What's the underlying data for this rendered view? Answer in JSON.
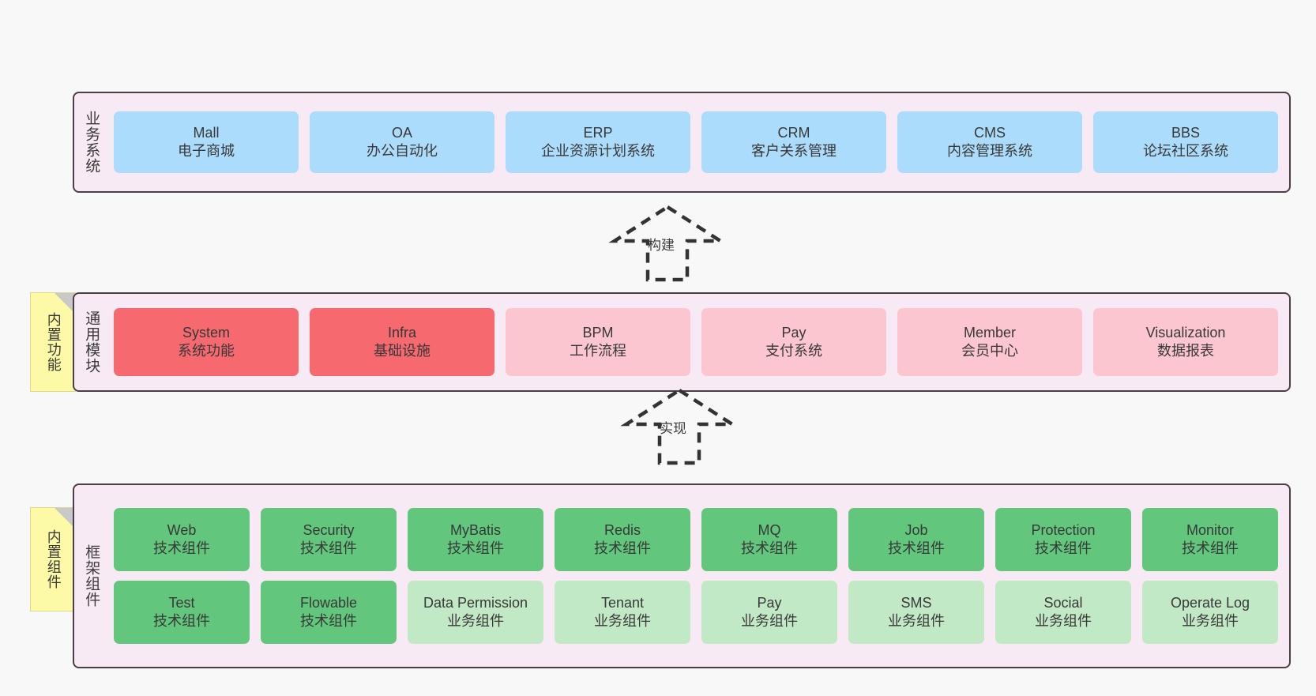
{
  "diagram": {
    "background_color": "#f8f8f8",
    "layers": [
      {
        "id": "business",
        "title": "业务系统",
        "card_style": "blue",
        "accent_color": "#abdcfb",
        "cards": [
          {
            "en": "Mall",
            "cn": "电子商城"
          },
          {
            "en": "OA",
            "cn": "办公自动化"
          },
          {
            "en": "ERP",
            "cn": "企业资源计划系统"
          },
          {
            "en": "CRM",
            "cn": "客户关系管理"
          },
          {
            "en": "CMS",
            "cn": "内容管理系统"
          },
          {
            "en": "BBS",
            "cn": "论坛社区系统"
          }
        ]
      },
      {
        "id": "modules",
        "title": "通用模块",
        "sticky_label": "内置功能",
        "accent_color": "#f5696f",
        "cards": [
          {
            "en": "System",
            "cn": "系统功能",
            "style": "red"
          },
          {
            "en": "Infra",
            "cn": "基础设施",
            "style": "red"
          },
          {
            "en": "BPM",
            "cn": "工作流程",
            "style": "pink"
          },
          {
            "en": "Pay",
            "cn": "支付系统",
            "style": "pink"
          },
          {
            "en": "Member",
            "cn": "会员中心",
            "style": "pink"
          },
          {
            "en": "Visualization",
            "cn": "数据报表",
            "style": "pink"
          }
        ]
      },
      {
        "id": "framework",
        "title": "框架组件",
        "sticky_label": "内置组件",
        "accent_color": "#62c77d",
        "rows": [
          [
            {
              "en": "Web",
              "cn": "技术组件",
              "style": "green"
            },
            {
              "en": "Security",
              "cn": "技术组件",
              "style": "green"
            },
            {
              "en": "MyBatis",
              "cn": "技术组件",
              "style": "green"
            },
            {
              "en": "Redis",
              "cn": "技术组件",
              "style": "green"
            },
            {
              "en": "MQ",
              "cn": "技术组件",
              "style": "green"
            },
            {
              "en": "Job",
              "cn": "技术组件",
              "style": "green"
            },
            {
              "en": "Protection",
              "cn": "技术组件",
              "style": "green"
            },
            {
              "en": "Monitor",
              "cn": "技术组件",
              "style": "green"
            }
          ],
          [
            {
              "en": "Test",
              "cn": "技术组件",
              "style": "green"
            },
            {
              "en": "Flowable",
              "cn": "技术组件",
              "style": "green"
            },
            {
              "en": "Data Permission",
              "cn": "业务组件",
              "style": "lightgreen",
              "wrap": true
            },
            {
              "en": "Tenant",
              "cn": "业务组件",
              "style": "lightgreen"
            },
            {
              "en": "Pay",
              "cn": "业务组件",
              "style": "lightgreen"
            },
            {
              "en": "SMS",
              "cn": "业务组件",
              "style": "lightgreen"
            },
            {
              "en": "Social",
              "cn": "业务组件",
              "style": "lightgreen"
            },
            {
              "en": "Operate Log",
              "cn": "业务组件",
              "style": "lightgreen"
            }
          ]
        ]
      }
    ],
    "connectors": [
      {
        "id": "build",
        "label": "构建",
        "style": "dashed-generalization"
      },
      {
        "id": "implement",
        "label": "实现",
        "style": "dashed-generalization"
      }
    ]
  }
}
